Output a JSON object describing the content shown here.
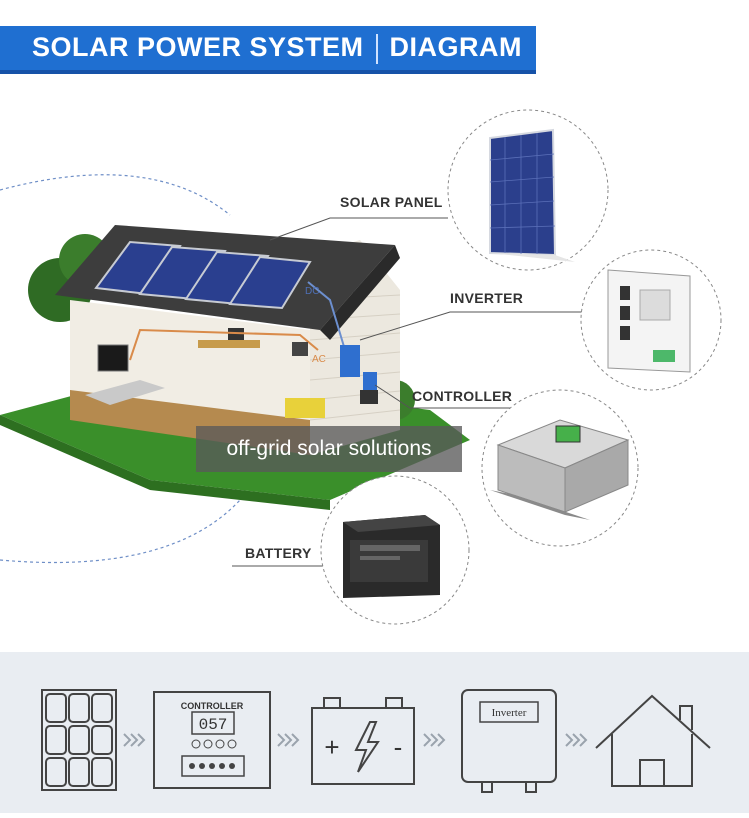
{
  "header": {
    "title_part1": "SOLAR POWER SYSTEM",
    "title_part2": "DIAGRAM"
  },
  "labels": {
    "solar_panel": "SOLAR PANEL",
    "inverter": "INVERTER",
    "controller": "CONTROLLER",
    "battery": "BATTERY",
    "dc": "DC",
    "ac": "AC"
  },
  "overlay_text": "off-grid solar solutions",
  "flow": {
    "controller_label": "CONTROLLER",
    "controller_display": "057",
    "battery_plus": "+",
    "battery_minus": "-",
    "inverter_label": "Inverter"
  },
  "colors": {
    "brand_blue": "#1f6fd1",
    "panel_blue": "#2a3f8f",
    "grass": "#3a8f2a",
    "flow_bg": "#e9edf2"
  }
}
